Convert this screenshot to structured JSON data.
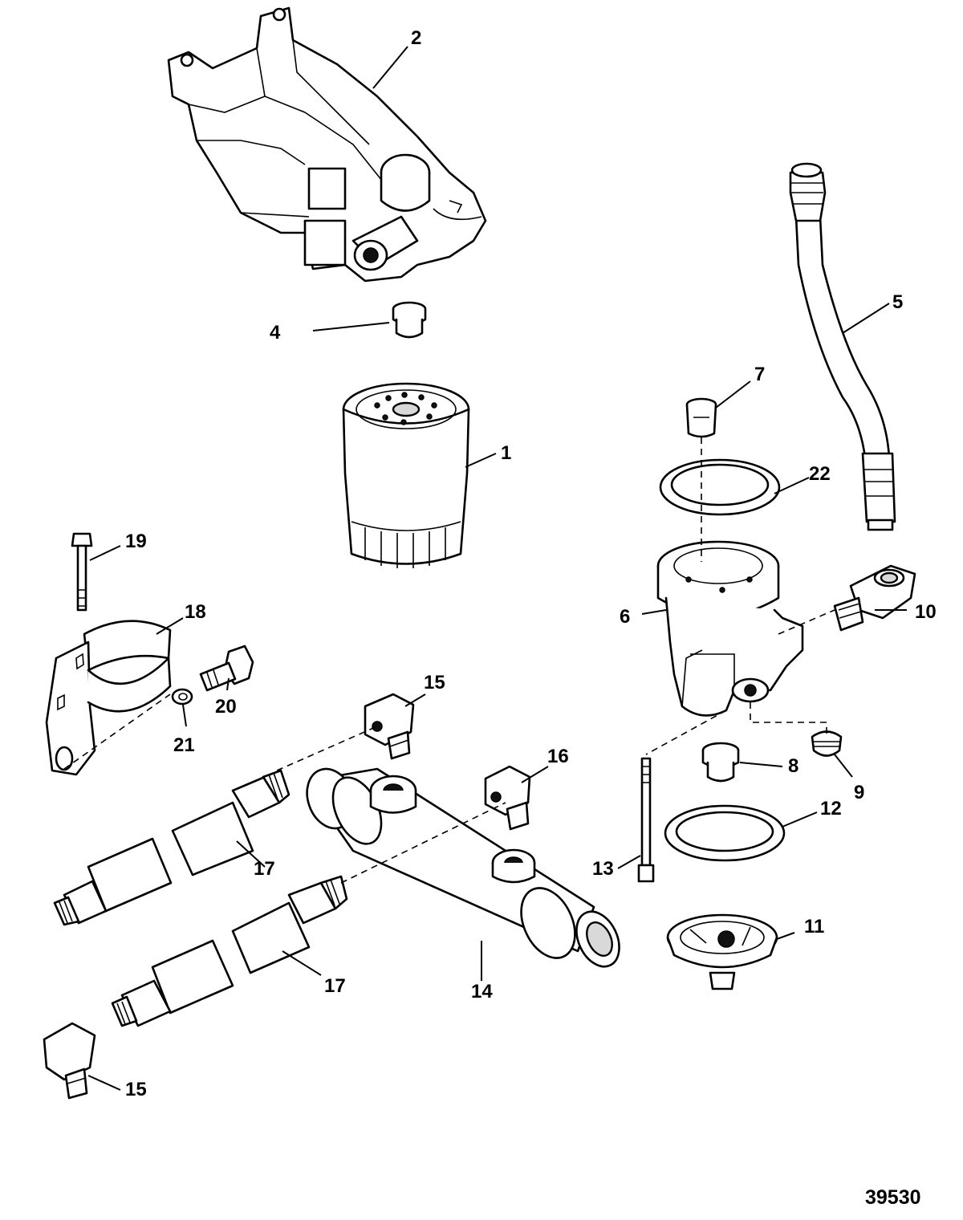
{
  "figure": {
    "reference_number": "39530"
  },
  "callouts": [
    {
      "id": "c2",
      "text": "2"
    },
    {
      "id": "c4",
      "text": "4"
    },
    {
      "id": "c5",
      "text": "5"
    },
    {
      "id": "c7",
      "text": "7"
    },
    {
      "id": "c1",
      "text": "1"
    },
    {
      "id": "c22",
      "text": "22"
    },
    {
      "id": "c19",
      "text": "19"
    },
    {
      "id": "c18",
      "text": "18"
    },
    {
      "id": "c10",
      "text": "10"
    },
    {
      "id": "c6",
      "text": "6"
    },
    {
      "id": "c20",
      "text": "20"
    },
    {
      "id": "c21",
      "text": "21"
    },
    {
      "id": "c15a",
      "text": "15"
    },
    {
      "id": "c16",
      "text": "16"
    },
    {
      "id": "c8",
      "text": "8"
    },
    {
      "id": "c9",
      "text": "9"
    },
    {
      "id": "c12",
      "text": "12"
    },
    {
      "id": "c17a",
      "text": "17"
    },
    {
      "id": "c13",
      "text": "13"
    },
    {
      "id": "c11",
      "text": "11"
    },
    {
      "id": "c17b",
      "text": "17"
    },
    {
      "id": "c14",
      "text": "14"
    },
    {
      "id": "c15b",
      "text": "15"
    }
  ]
}
